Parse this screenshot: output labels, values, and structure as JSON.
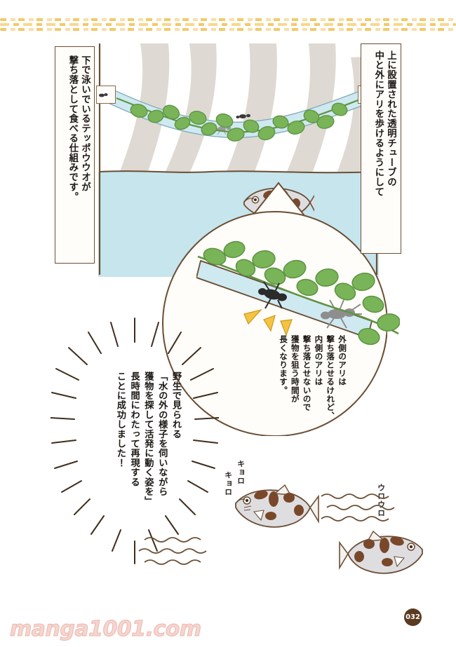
{
  "page": {
    "number": "032",
    "watermark": "manga1001.com"
  },
  "callouts": {
    "right": {
      "text": "上に設置された透明チューブの\n中と外にアリを歩けるようにして"
    },
    "left": {
      "text": "下で泳いでいるテッポウウオが\n撃ち落として食べる仕組みです。"
    },
    "middle": {
      "text": "外側のアリは\n撃ち落とせるけれど、\n内側のアリは\n撃ち落とせないので\n獲物を狙う時間が\n長くなります。"
    },
    "burst": {
      "text": "野生で見られる\n「水の外の様子を伺いながら\n獲物を探して活発に動く姿を」\n長時間にわたって再現する\nことに成功しました！"
    }
  },
  "sfx": {
    "kyoro_a": "キョロ",
    "kyoro_b": "キョロ",
    "uro": "ウロウロ"
  },
  "scene": {
    "labels": {
      "tank": "aquarium-tank",
      "water": "tank-water",
      "tube": "transparent-tube",
      "vine": "leafy-vine",
      "ant_outside": "black-ant-outside-tube",
      "ant_inside": "gray-ant-inside-tube",
      "fish_top": "archerfish-in-tank",
      "fish_left": "archerfish-swimming-left",
      "fish_right": "archerfish-swimming-right",
      "impact": "water-jet-impact-marks",
      "arrow": "magnify-arrow",
      "ripples": "water-ripple-lines"
    }
  },
  "colors": {
    "water": "#c6e5ed",
    "tube": "#cfe9f1",
    "leaf": "#79b558",
    "leaf_dark": "#5f9444",
    "ink": "#6b4e34",
    "ink_dark": "#1d1916",
    "impact_yellow": "#f5c33f",
    "fish_body": "#d9d9dc",
    "fish_spot": "#79482a",
    "border_gold": "#f3c96b",
    "watermark_pink": "#f6d5cf",
    "page_badge": "#5a3a20"
  }
}
